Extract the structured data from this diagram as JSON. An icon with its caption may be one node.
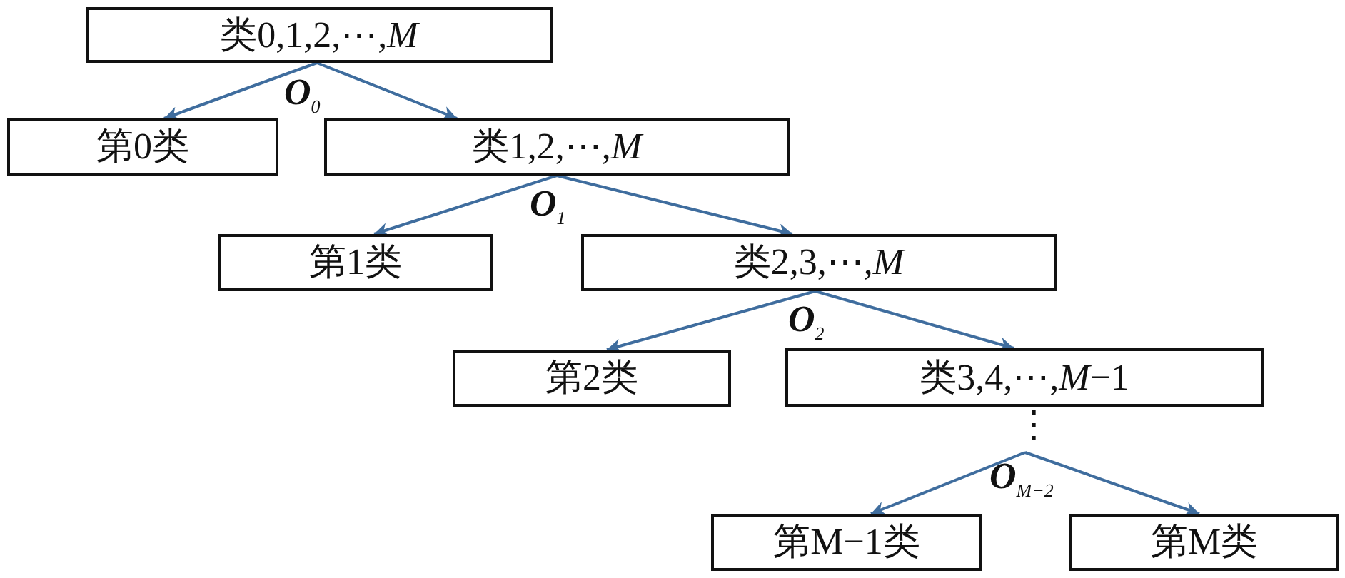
{
  "diagram": {
    "nodes": [
      {
        "text": [
          "类0,1,2,⋯,*M*"
        ]
      },
      {
        "text": [
          "第0类"
        ]
      },
      {
        "text": [
          "类1,2,⋯,*M*"
        ]
      },
      {
        "text": [
          "第1类"
        ]
      },
      {
        "text": [
          "类2,3,⋯,*M*"
        ]
      },
      {
        "text": [
          "第2类"
        ]
      },
      {
        "text": [
          "类3,4,⋯,*M*−1"
        ]
      },
      {
        "text": [
          "**O**$_{M−2}$"
        ]
      },
      {
        "text": [
          "第M−1类"
        ]
      },
      {
        "text": [
          "第M类"
        ]
      }
    ],
    "edges": [
      {
        "from": 0,
        "to": 1,
        "arrow": "to"
      },
      {
        "from": 0,
        "to": 2,
        "arrow": "to"
      },
      {
        "from": 2,
        "to": 3,
        "arrow": "to"
      },
      {
        "from": 2,
        "to": 4,
        "arrow": "to"
      },
      {
        "from": 4,
        "to": 5,
        "arrow": "to"
      },
      {
        "from": 4,
        "to": 6,
        "arrow": "to"
      },
      {
        "from": 7,
        "to": 8,
        "arrow": "to"
      },
      {
        "from": 7,
        "to": 9,
        "arrow": "to"
      }
    ],
    "labels": [
      "**O**$_{0}$",
      "**O**$_{1}$",
      "**O**$_{2}$",
      "⋮"
    ]
  }
}
